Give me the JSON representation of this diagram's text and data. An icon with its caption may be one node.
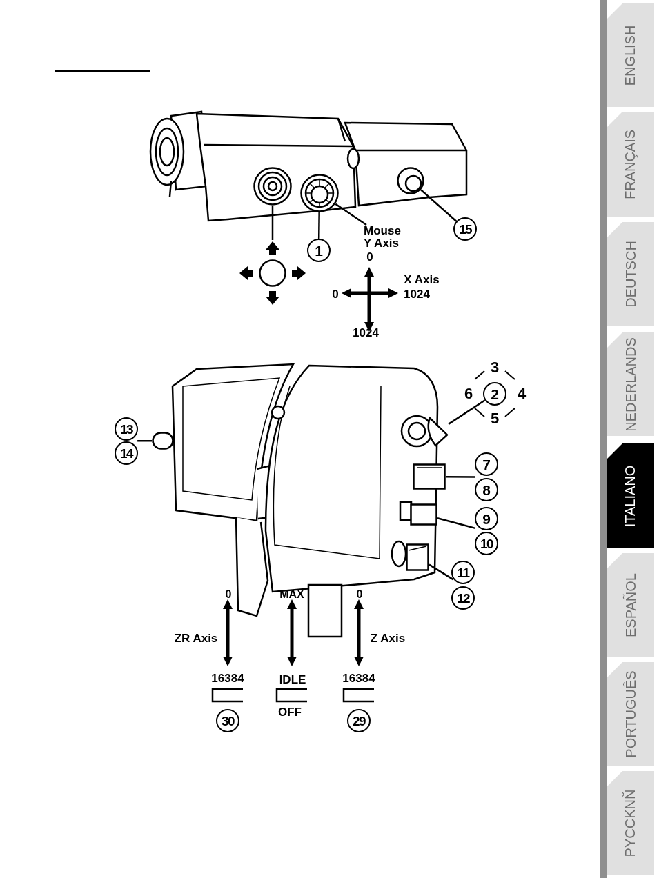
{
  "diagram": {
    "nodes": [
      {
        "text": [
          "1"
        ]
      },
      {
        "text": [
          "15"
        ]
      },
      {
        "text": [
          "Mouse Y Axis"
        ]
      },
      {
        "text": [
          "2"
        ],
        "beside": [
          "3",
          "6",
          "4",
          "5"
        ]
      },
      {
        "text": [
          "7"
        ]
      },
      {
        "text": [
          "8"
        ]
      },
      {
        "text": [
          "9"
        ]
      },
      {
        "text": [
          "10"
        ]
      },
      {
        "text": [
          "11"
        ]
      },
      {
        "text": [
          "12"
        ]
      },
      {
        "text": [
          "13"
        ]
      },
      {
        "text": [
          "14"
        ]
      },
      {
        "text": [
          "30"
        ]
      },
      {
        "text": [
          "29"
        ]
      },
      {
        "text": [],
        "shape": "circle"
      },
      {
        "text": [],
        "shape": "circle"
      },
      {
        "text": [],
        "shape": "circle"
      },
      {
        "text": [],
        "shape": "circle"
      },
      {
        "text": [],
        "shape": "cone"
      },
      {
        "text": [],
        "shape": "box"
      },
      {
        "text": [],
        "shape": "box"
      },
      {
        "text": [],
        "shape": "box"
      },
      {
        "text": [],
        "shape": "bar"
      }
    ],
    "edges": [
      {
        "from": 0,
        "to": 16,
        "arrow": "none"
      },
      {
        "from": 1,
        "to": 17,
        "arrow": "none"
      },
      {
        "from": 2,
        "to": 16,
        "arrow": "none"
      },
      {
        "from": 15,
        "to": 14,
        "arrow": "none"
      },
      {
        "from": 3,
        "to": 18,
        "arrow": "none"
      },
      {
        "from": 4,
        "to": 19,
        "arrow": "none"
      },
      {
        "from": 5,
        "to": 19,
        "arrow": "none"
      },
      {
        "from": 6,
        "to": 20,
        "arrow": "none"
      },
      {
        "from": 7,
        "to": 20,
        "arrow": "none"
      },
      {
        "from": 8,
        "to": 21,
        "arrow": "none"
      },
      {
        "from": 9,
        "to": 21,
        "arrow": "none"
      },
      {
        "from": 10,
        "to": 22,
        "arrow": "none"
      },
      {
        "from": 11,
        "to": 22,
        "arrow": "none"
      }
    ],
    "labels": [
      "0",
      "X Axis",
      "0",
      "1024",
      "1024",
      "0",
      "MAX",
      "0",
      "ZR Axis",
      "Z Axis",
      "16384",
      "IDLE",
      "16384",
      "OFF",
      "ENGLISH",
      "FRANÇAIS",
      "DEUTSCH",
      "NEDERLANDS",
      "ITALIANO",
      "ESPAÑOL",
      "PORTUGUÊS",
      "PYCCKNŇ"
    ]
  }
}
